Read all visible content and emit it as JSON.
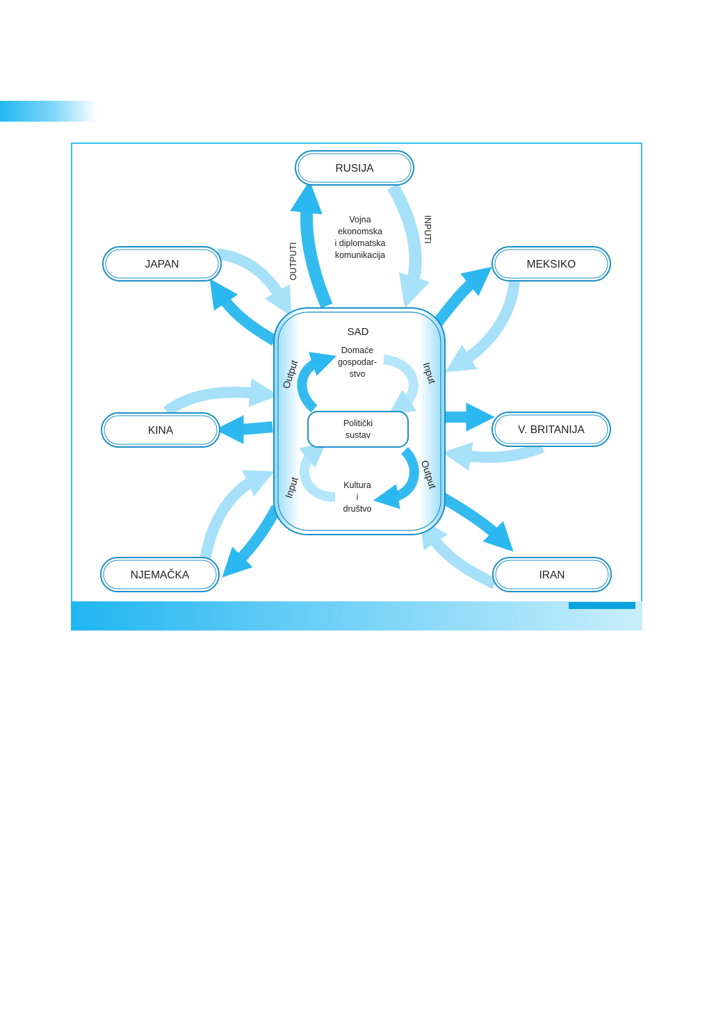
{
  "center": {
    "title": "SAD",
    "domestic_economy": [
      "Domaće",
      "gospodar-",
      "stvo"
    ],
    "political_system": [
      "Politički",
      "sustav"
    ],
    "culture_society": [
      "Kultura",
      "i",
      "društvo"
    ],
    "arrow_output_top": "Output",
    "arrow_input_top": "Input",
    "arrow_input_bottom": "Input",
    "arrow_output_bottom": "Output"
  },
  "countries": {
    "russia": "RUSIJA",
    "japan": "JAPAN",
    "mexico": "MEKSIKO",
    "china": "KINA",
    "britain": "V. BRITANIJA",
    "germany": "NJEMAČKA",
    "iran": "IRAN"
  },
  "flows": {
    "outputs": "OUTPUTI",
    "inputs": "INPUTI",
    "communication": [
      "Vojna",
      "ekonomska",
      "i diplomatska",
      "komunikacija"
    ]
  },
  "colors": {
    "accent": "#1cb4ee",
    "light": "#bfe9fb",
    "border": "#1a8fc7"
  }
}
